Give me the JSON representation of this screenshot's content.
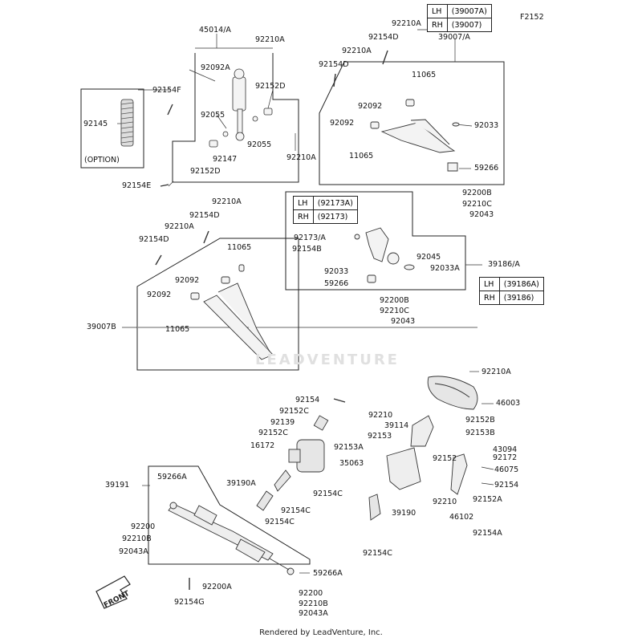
{
  "figure_code": "F2152",
  "footer": "Rendered by LeadVenture, Inc.",
  "watermark": "LEADVENTURE",
  "front_label": "FRONT",
  "tables": {
    "upper_arm": [
      [
        "LH",
        "(39007A)"
      ],
      [
        "RH",
        "(39007)"
      ]
    ],
    "knuckle": [
      [
        "LH",
        "(92173A)"
      ],
      [
        "RH",
        "(92173)"
      ]
    ],
    "knuckle_assy": [
      [
        "LH",
        "(39186A)"
      ],
      [
        "RH",
        "(39186)"
      ]
    ]
  },
  "option_text": "(OPTION)",
  "callouts": {
    "c45014": "45014/A",
    "c92210A_1": "92210A",
    "c92092A": "92092A",
    "c92154F": "92154F",
    "c92152D_1": "92152D",
    "c92055_1": "92055",
    "c92055_2": "92055",
    "c92147": "92147",
    "c92152D_2": "92152D",
    "c92210A_2": "92210A",
    "c92154E": "92154E",
    "c92145": "92145",
    "c92210A_3": "92210A",
    "c92154D_1": "92154D",
    "c39007A": "39007/A",
    "c92210A_4": "92210A",
    "c92154D_2": "92154D",
    "c11065_1": "11065",
    "c92092_1": "92092",
    "c92092_2": "92092",
    "c92033_1": "92033",
    "c11065_2": "11065",
    "c59266_1": "59266",
    "c92200B_1": "92200B",
    "c92210C_1": "92210C",
    "c92043_1": "92043",
    "c92210A_5": "92210A",
    "c92154D_3": "92154D",
    "c92210A_6": "92210A",
    "c92154D_4": "92154D",
    "c11065_3": "11065",
    "c92092_3": "92092",
    "c92092_4": "92092",
    "c39007B": "39007B",
    "c11065_4": "11065",
    "c92173A": "92173/A",
    "c92154B": "92154B",
    "c92045": "92045",
    "c92033_2": "92033",
    "c92033A": "92033A",
    "c59266_2": "59266",
    "c39186A": "39186/A",
    "c92200B_2": "92200B",
    "c92210C_2": "92210C",
    "c92043_2": "92043",
    "c92210A_7": "92210A",
    "c46003": "46003",
    "c92154_1": "92154",
    "c92152C_1": "92152C",
    "c92139": "92139",
    "c92152C_2": "92152C",
    "c16172": "16172",
    "c92210_1": "92210",
    "c39114": "39114",
    "c92152B": "92152B",
    "c92153": "92153",
    "c92153B": "92153B",
    "c92153A": "92153A",
    "c43094": "43094",
    "c92172": "92172",
    "c35063": "35063",
    "c92152": "92152",
    "c46075": "46075",
    "c92154_2": "92154",
    "c39191": "39191",
    "c59266A_1": "59266A",
    "c39190A": "39190A",
    "c92154C_1": "92154C",
    "c92154C_2": "92154C",
    "c92154C_3": "92154C",
    "c92210_2": "92210",
    "c46102": "46102",
    "c92152A": "92152A",
    "c39190": "39190",
    "c92200_1": "92200",
    "c92210B_1": "92210B",
    "c92043A_1": "92043A",
    "c92154A": "92154A",
    "c92154C_4": "92154C",
    "c59266A_2": "59266A",
    "c92200A": "92200A",
    "c92154G": "92154G",
    "c92200_2": "92200",
    "c92210B_2": "92210B",
    "c92043A_2": "92043A"
  }
}
